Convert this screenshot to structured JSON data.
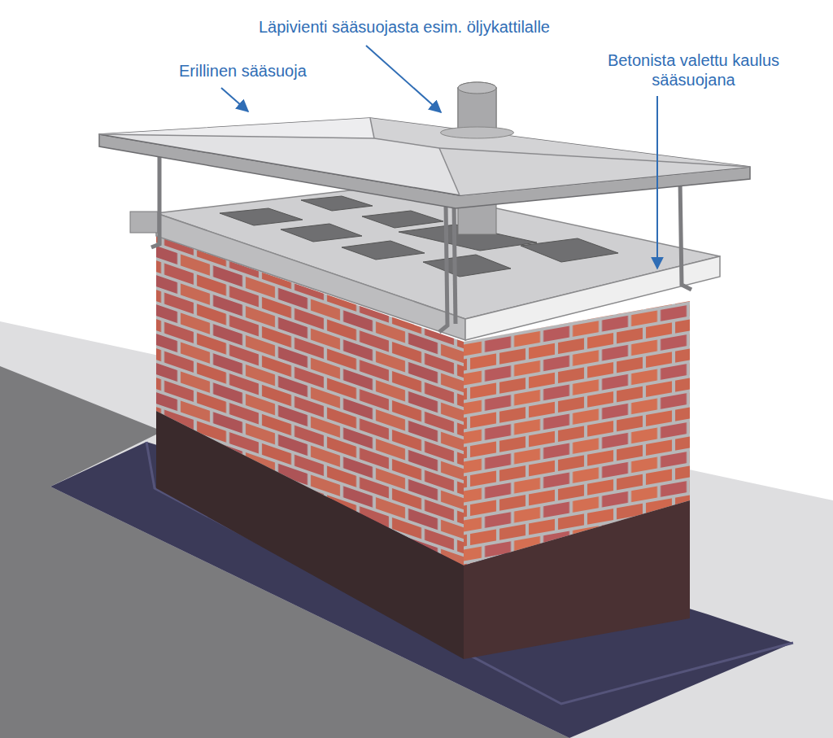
{
  "diagram": {
    "labels": [
      "Läpivienti sääsuojasta esim. öljykattilalle",
      "Erillinen sääsuoja",
      "Betonista valettu kaulus sääsuojana"
    ]
  }
}
